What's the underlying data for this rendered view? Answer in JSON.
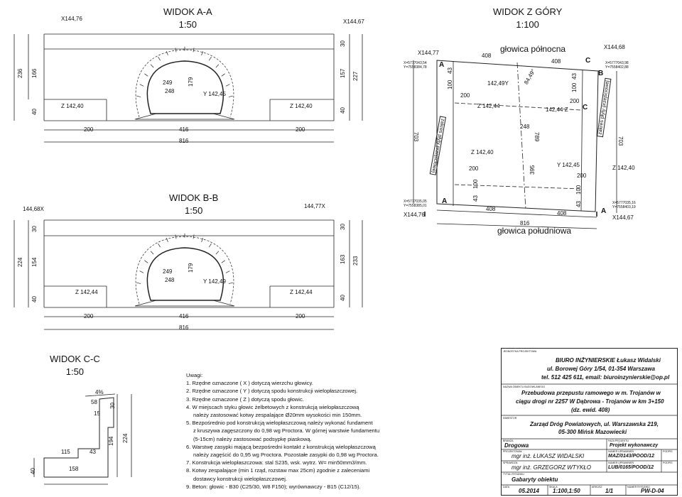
{
  "views": {
    "aa": {
      "title": "WIDOK A-A",
      "scale": "1:50",
      "elev_left": "144,76",
      "elev_right": "144,67",
      "dims": {
        "h_total_left": "236",
        "h_mid_left": "166",
        "h_bot_left": "40",
        "h_top_right": "30",
        "h_mid_right": "157",
        "h_total_right": "227",
        "h_bot_right": "40",
        "w_left": "200",
        "w_mid": "416",
        "w_right": "200",
        "w_total": "816",
        "span": "249",
        "rise": "248",
        "height": "179"
      },
      "z_left": "142,40",
      "z_right": "142,40",
      "y_arch": "142,45"
    },
    "bb": {
      "title": "WIDOK B-B",
      "scale": "1:50",
      "elev_left": "144,68",
      "elev_right": "144,77",
      "dims": {
        "h_total_left": "224",
        "h_mid_left": "154",
        "h_bot_left": "40",
        "h_top_left": "30",
        "h_top_right": "30",
        "h_mid_right": "163",
        "h_total_right": "233",
        "h_bot_right": "40",
        "w_left": "200",
        "w_mid": "416",
        "w_right": "200",
        "w_total": "816",
        "span": "249",
        "rise": "248",
        "height": "179"
      },
      "z_left": "142,44",
      "z_right": "142,44",
      "y_arch": "142,49"
    },
    "cc": {
      "title": "WIDOK C-C",
      "scale": "1:50",
      "slope": "4%",
      "dims": {
        "d58": "58",
        "d15": "15",
        "d30": "30",
        "d115": "115",
        "d43": "43",
        "d194": "194",
        "d224": "224",
        "d158": "158",
        "d40": "40"
      }
    },
    "top": {
      "title": "WIDOK Z GÓRY",
      "scale": "1:100",
      "north": "głowica północna",
      "south": "głowica południowa",
      "elev_nw": "144,77",
      "elev_ne": "144,68",
      "elev_sw": "144,76",
      "elev_se": "144,67",
      "coord_nw": [
        "X=5777043,54",
        "Y=7558384,78"
      ],
      "coord_ne": [
        "X=5777043,98",
        "Y=7558402,88"
      ],
      "coord_sw": [
        "X=5777035,05",
        "Y=7558385,01"
      ],
      "coord_se": [
        "X=5777035,16",
        "Y=7558403,19"
      ],
      "dims": {
        "n408a": "408",
        "n408b": "408",
        "s408a": "408",
        "s408b": "408",
        "s816": "816",
        "d43a": "43",
        "d43b": "43",
        "d43c": "43",
        "d43d": "43",
        "d100a": "100",
        "d100b": "100",
        "d100c": "100",
        "d100d": "100",
        "d200a": "200",
        "d200b": "200",
        "d200c": "200",
        "d200d": "200",
        "d703a": "703",
        "d703b": "703",
        "d248": "248",
        "d789": "789",
        "d395": "395",
        "angle": "84,49°"
      },
      "z_n1": "142,44",
      "z_n2": "142,44",
      "z_s1": "142,40",
      "z_s2": "142,40",
      "y_n": "142,49",
      "y_s": "142,45",
      "plate_left": "zakres płyty przejściowej",
      "plate_right": "zakres płyty przejściowej",
      "sec_a": "A",
      "sec_b": "B",
      "sec_c": "C"
    }
  },
  "notes": {
    "heading": "Uwagi:",
    "items": [
      "1. Rzędne oznaczone ( X ) dotyczą wierzchu głowicy.",
      "2. Rzędne oznaczone ( Y ) dotyczą spodu konstrukcji wielopłaszczowej.",
      "3. Rzędne oznaczone ( Z ) dotyczą spodu głowic.",
      "4. W miejscach styku głowic żelbetowych z konstrukcją wielopłaszczową",
      "    należy zastosować kotwy zespalające Ø20mm wysokości min 150mm.",
      "5. Bezpośrednio pod konstrukcją wielopłaszczową należy wykonać fundament",
      "    z kruszywa zagęszczony do 0,98 wg Proctora. W górnej warstwie fundamentu",
      "    (5-15cm) należy zastosować podsypkę piaskową.",
      "6. Warstwę zasypki mającą bezpośredni kontakt z konstrukcją wielopłaszczową",
      "    należy zagęścić do 0,95 wg Proctora. Pozostałe zasypki do 0,98 wg Proctora.",
      "7. Konstrukcja wielopłaszczowa: stal S235, wsk. wytrz. W= min50mm3/mm.",
      "8. Kotwy zespalające (min 1 rząd, rozstaw max 25cm) zgodnie z zaleceniami",
      "    dostawcy konstrukcji wielopłaszczowej.",
      "9. Beton: głowic - B30 (C25/30, W8 F150); wyrównawczy - B15 (C12/15)."
    ]
  },
  "titleblock": {
    "lbl_unit": "JEDNOSTKA PROJEKTOWA",
    "office": "BIURO INŻYNIERSKIE Łukasz Widalski",
    "address": "ul. Borowej Góry 1/54, 01-354 Warszawa",
    "contact": "tel. 512 425 611, email: biuroinzynierskie@op.pl",
    "lbl_object": "NAZWA OBIEKTU BUDOWLANEGO",
    "object1": "Przebudowa przepustu ramowego w m. Trojanów w",
    "object2": "ciągu drogi nr 2257 W Dąbrowa - Trojanów w km 3+150",
    "object3": "(dz. ewid. 408)",
    "lbl_investor": "INWESTOR",
    "investor1": "Zarząd Dróg Powiatowych, ul. Warszawska 219,",
    "investor2": "05-300 Mińsk Mazowiecki",
    "lbl_branch": "BRANŻA",
    "branch": "Drogowa",
    "lbl_phase": "FAZA PROJEKTU",
    "phase": "Projekt wykonawczy",
    "lbl_designer": "PROJEKTOWAŁ",
    "designer": "mgr inż. ŁUKASZ WIDALSKI",
    "lbl_lic1": "NUMER UPRAWNIEŃ",
    "lic1": "MAZ/0143/POOD/12",
    "lbl_checker": "SPRAWDZIŁ",
    "checker": "mgr inż. GRZEGORZ WTYKŁO",
    "lbl_lic2": "NUMER UPRAWNIEŃ",
    "lic2": "LUB/0165/POOD/12",
    "lbl_sign": "PODPIS",
    "lbl_sign2": "PODPIS",
    "lbl_title": "TYTUŁ RYSUNKU",
    "drawing_title": "Gabaryty obiektu",
    "lbl_date": "DATA",
    "date": "05.2014",
    "lbl_scale": "SKALA",
    "scale": "1:100,1:50",
    "lbl_sheet": "ARKUSZ",
    "sheet": "1/1",
    "lbl_number": "NUMER RYSUNKU",
    "number": "PW-D-04"
  }
}
